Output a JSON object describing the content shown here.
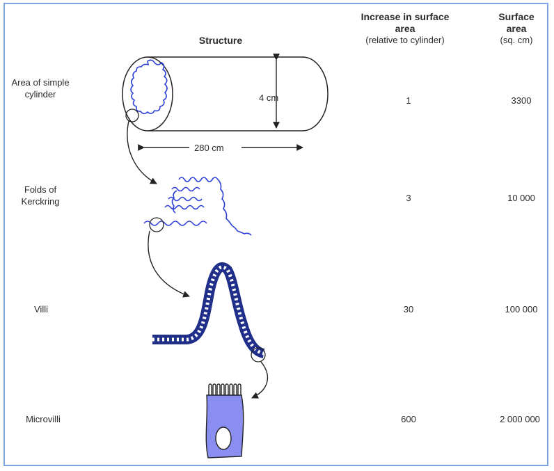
{
  "headers": {
    "structure": "Structure",
    "increase_title": "Increase in surface area",
    "increase_note": "(relative to cylinder)",
    "surface_title": "Surface area",
    "surface_unit": "(sq. cm)"
  },
  "rows": [
    {
      "label": "Area of simple cylinder",
      "increase": "1",
      "surface": "3300"
    },
    {
      "label": "Folds of Kerckring",
      "increase": "3",
      "surface": "10 000"
    },
    {
      "label": "Villi",
      "increase": "30",
      "surface": "100 000"
    },
    {
      "label": "Microvilli",
      "increase": "600",
      "surface": "2 000 000"
    }
  ],
  "dimensions": {
    "diameter": "4 cm",
    "length": "280 cm"
  },
  "colors": {
    "border": "#7fa6e0",
    "wavy_blue": "#2b3fd6",
    "villus_fill": "#1f2f8a",
    "cell_fill": "#8a8ef0",
    "ink": "#2a2a2a"
  }
}
